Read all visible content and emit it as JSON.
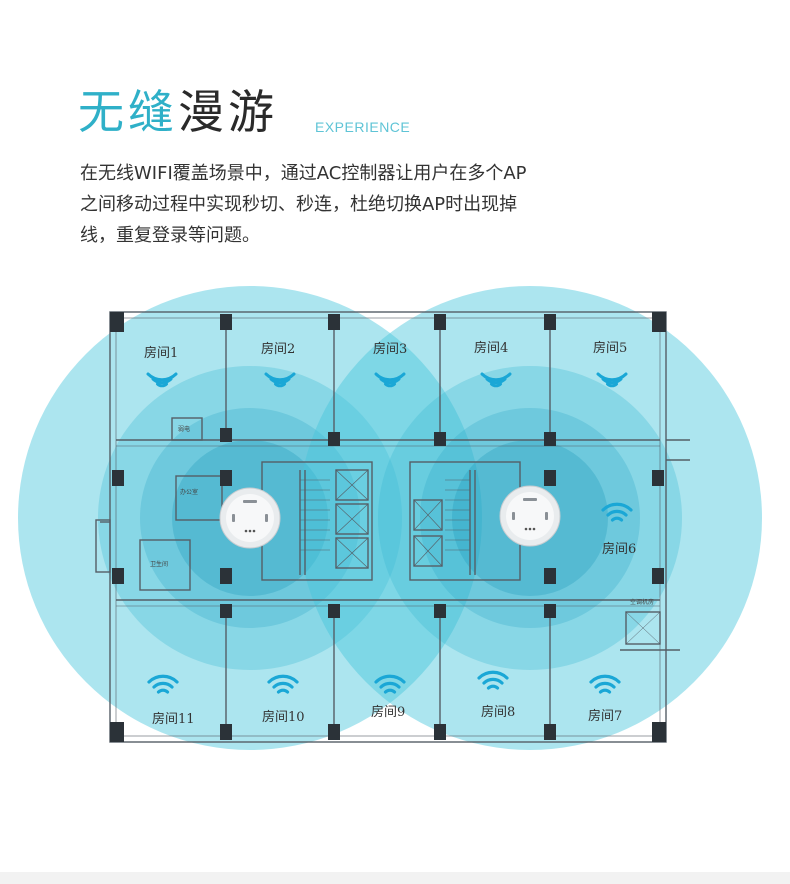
{
  "header": {
    "title_part1": "无缝",
    "title_part2": "漫游",
    "title_en": "EXPERIENCE",
    "description_lines": [
      "在无线WIFI覆盖场景中，通过AC控制器让用户在多个AP",
      "之间移动过程中实现秒切、秒连，杜绝切换AP时出现掉",
      "线，重复登录等问题。"
    ]
  },
  "floor_plan": {
    "rooms": [
      {
        "label": "房间1"
      },
      {
        "label": "房间2"
      },
      {
        "label": "房间3"
      },
      {
        "label": "房间4"
      },
      {
        "label": "房间5"
      },
      {
        "label": "房间6"
      },
      {
        "label": "房间7"
      },
      {
        "label": "房间8"
      },
      {
        "label": "房间9"
      },
      {
        "label": "房间10"
      },
      {
        "label": "房间11"
      }
    ],
    "small_labels": {
      "weak_room": "弱电",
      "office": "办公室",
      "room_a": "卫生间",
      "aircon": "空调机房"
    },
    "access_points": [
      {
        "name": "ap-left"
      },
      {
        "name": "ap-right"
      }
    ],
    "colors": {
      "coverage": "#46c6dc",
      "wifi_icon": "#1aa7d6",
      "walls": "#555e66",
      "title_accent": "#2fb0c8"
    }
  }
}
